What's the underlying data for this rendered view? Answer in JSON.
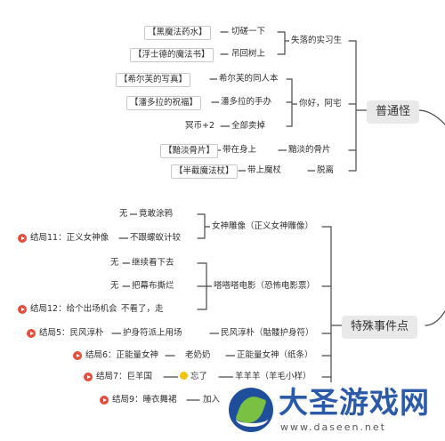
{
  "hubs": {
    "normal": "普通怪",
    "special": "特殊事件点"
  },
  "normal_branches": {
    "intern": {
      "label": "失落的实习生",
      "left": [
        {
          "item": "【黑魔法药水】",
          "action": "切磋一下"
        },
        {
          "item": "【浮士德的魔法书】",
          "action": "吊回树上"
        }
      ]
    },
    "otaku": {
      "label": "你好，阿宅",
      "left": [
        {
          "item": "【希尔芙的写真】",
          "action": "希尔芙的同人本"
        },
        {
          "item": "【潘多拉的祝福】",
          "action": "潘多拉的手办"
        },
        {
          "item": "冥币+2",
          "action": "全部卖掉"
        }
      ]
    },
    "bone": {
      "label": "黯淡的骨片",
      "item": "【黯淡骨片】",
      "action": "带在身上"
    },
    "escape": {
      "label": "脱离",
      "item": "【半截魔法杖】",
      "action": "带上魔杖"
    }
  },
  "special_branches": {
    "statue": {
      "label": "女神雕像（正义女神雕像）",
      "options": [
        {
          "prefix": "无",
          "action": "竟敢涂鸦"
        },
        {
          "prefix": "结局11：正义女神像",
          "action": "不跟螺蚁计较"
        }
      ]
    },
    "movie": {
      "label": "嗒嗒嗒电影（恐怖电影票）",
      "options": [
        {
          "prefix": "无",
          "action": "继续看下去"
        },
        {
          "prefix": "无",
          "action": "把幕布撕烂"
        },
        {
          "prefix": "结局12：给个出场机会",
          "action": "不看了，走"
        }
      ]
    },
    "folk": {
      "label": "民风淳朴（骷髅护身符）",
      "prefix": "结局5：民风淳朴",
      "action": "护身符派上用场"
    },
    "energy": {
      "label": "正能量女神（纸条）",
      "prefix": "结局6：正能量女神",
      "action": "老奶奶"
    },
    "sheep": {
      "label": "羊羊羊（羊毛小样）",
      "prefix": "结局7：巨羊国",
      "action": "忘了"
    },
    "dance": {
      "prefix": "结局9：睡衣舞裙",
      "action": "加入"
    }
  },
  "watermark": {
    "title": "大圣游戏网",
    "url": "www.daseen.net"
  }
}
